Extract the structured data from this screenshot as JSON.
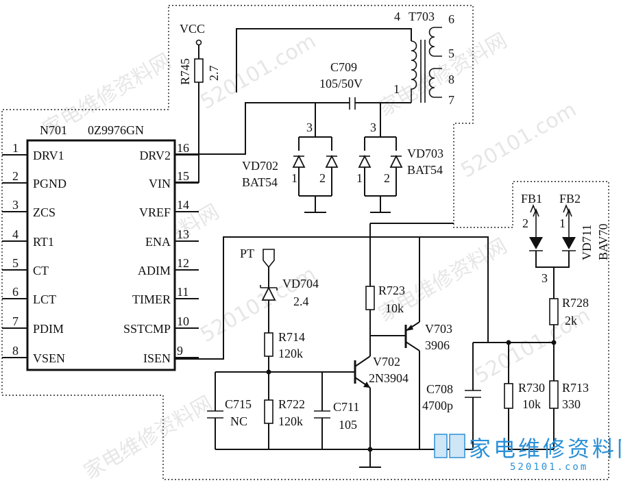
{
  "chip": {
    "ref": "N701",
    "part": "0Z9976GN",
    "left_pins": [
      {
        "num": "1",
        "name": "DRV1"
      },
      {
        "num": "2",
        "name": "PGND"
      },
      {
        "num": "3",
        "name": "ZCS"
      },
      {
        "num": "4",
        "name": "RT1"
      },
      {
        "num": "5",
        "name": "CT"
      },
      {
        "num": "6",
        "name": "LCT"
      },
      {
        "num": "7",
        "name": "PDIM"
      },
      {
        "num": "8",
        "name": "VSEN"
      }
    ],
    "right_pins": [
      {
        "num": "16",
        "name": "DRV2"
      },
      {
        "num": "15",
        "name": "VIN"
      },
      {
        "num": "14",
        "name": "VREF"
      },
      {
        "num": "13",
        "name": "ENA"
      },
      {
        "num": "12",
        "name": "ADIM"
      },
      {
        "num": "11",
        "name": "TIMER"
      },
      {
        "num": "10",
        "name": "SSTCMP"
      },
      {
        "num": "9",
        "name": "ISEN"
      }
    ]
  },
  "vcc": "VCC",
  "r745": {
    "ref": "R745",
    "val": "2.7"
  },
  "transformer": {
    "ref": "T703",
    "pins": [
      "4",
      "1",
      "6",
      "5",
      "8",
      "7"
    ]
  },
  "c709": {
    "ref": "C709",
    "val": "105/50V"
  },
  "vd702": {
    "ref": "VD702",
    "part": "BAT54",
    "p3": "3",
    "p1": "1",
    "p2": "2"
  },
  "vd703": {
    "ref": "VD703",
    "part": "BAT54",
    "p3": "3",
    "p1": "1",
    "p2": "2"
  },
  "fb": {
    "fb1": "FB1",
    "fb2": "FB2",
    "p2": "2",
    "p1": "1",
    "p3": "3"
  },
  "vd711": {
    "ref": "VD711",
    "part": "BAV70"
  },
  "pt": "PT",
  "vd704": {
    "ref": "VD704",
    "val": "2.4"
  },
  "r714": {
    "ref": "R714",
    "val": "120k"
  },
  "r722": {
    "ref": "R722",
    "val": "120k"
  },
  "c715": {
    "ref": "C715",
    "val": "NC"
  },
  "c711": {
    "ref": "C711",
    "val": "105"
  },
  "r723": {
    "ref": "R723",
    "val": "10k"
  },
  "v703": {
    "ref": "V703",
    "part": "3906"
  },
  "v702": {
    "ref": "V702",
    "part": "2N3904"
  },
  "c708": {
    "ref": "C708",
    "val": "4700p"
  },
  "r728": {
    "ref": "R728",
    "val": "2k"
  },
  "r730": {
    "ref": "R730",
    "val": "10k"
  },
  "r713": {
    "ref": "R713",
    "val": "330"
  },
  "watermark": {
    "text": "家电维修资料网",
    "domain": "520101.com"
  },
  "logo": {
    "text": "家电维修资料网",
    "sub": "520101.com"
  }
}
